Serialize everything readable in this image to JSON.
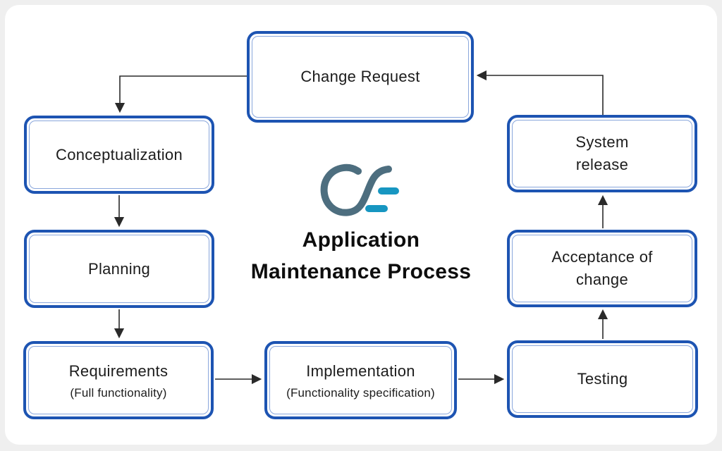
{
  "header": {
    "title_line1": "Application",
    "title_line2": "Maintenance Process"
  },
  "logo": {
    "name": "CE monogram",
    "primary_color": "#4d6e7f",
    "accent_color": "#1796c1"
  },
  "colors": {
    "box_border_outer": "#1d54b2",
    "box_border_inner": "#8aa7dc",
    "connector": "#2a2a2a",
    "page_background": "#efefef",
    "card_background": "#ffffff"
  },
  "nodes": [
    {
      "id": "change-request",
      "label": "Change Request"
    },
    {
      "id": "conceptualization",
      "label": "Conceptualization"
    },
    {
      "id": "planning",
      "label": "Planning"
    },
    {
      "id": "requirements",
      "label": "Requirements",
      "sublabel": "(Full functionality)"
    },
    {
      "id": "implementation",
      "label": "Implementation",
      "sublabel": "(Functionality specification)"
    },
    {
      "id": "testing",
      "label": "Testing"
    },
    {
      "id": "acceptance-of-change",
      "label": "Acceptance of change"
    },
    {
      "id": "system-release",
      "label": "System release"
    }
  ],
  "edges": [
    {
      "from": "change-request",
      "to": "conceptualization"
    },
    {
      "from": "conceptualization",
      "to": "planning"
    },
    {
      "from": "planning",
      "to": "requirements"
    },
    {
      "from": "requirements",
      "to": "implementation"
    },
    {
      "from": "implementation",
      "to": "testing"
    },
    {
      "from": "testing",
      "to": "acceptance-of-change"
    },
    {
      "from": "acceptance-of-change",
      "to": "system-release"
    },
    {
      "from": "system-release",
      "to": "change-request"
    }
  ]
}
